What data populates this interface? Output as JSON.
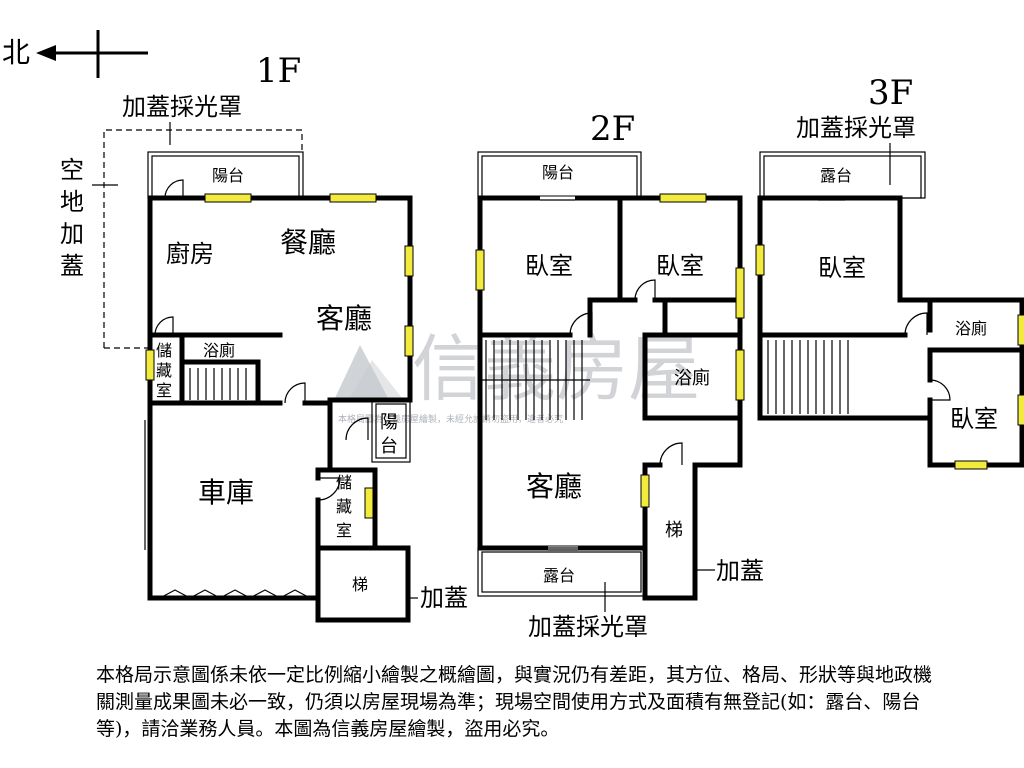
{
  "compass": {
    "label": "北"
  },
  "floors": {
    "f1": {
      "name": "1F",
      "labels": {
        "skylight": "加蓋採光罩",
        "open_space": [
          "空",
          "地",
          "加",
          "蓋"
        ],
        "balcony": "陽台",
        "kitchen": "廚房",
        "dining": "餐廳",
        "living": "客廳",
        "storage": [
          "儲",
          "藏",
          "室"
        ],
        "bath": "浴廁",
        "side_balcony": [
          "陽",
          "台"
        ],
        "garage": "車庫",
        "storage2": [
          "儲",
          "藏",
          "室"
        ],
        "stairs": "梯",
        "addition": "加蓋"
      }
    },
    "f2": {
      "name": "2F",
      "labels": {
        "balcony": "陽台",
        "bedroom1": "臥室",
        "bedroom2": "臥室",
        "bath": "浴廁",
        "living": "客廳",
        "stairs": "梯",
        "terrace": "露台",
        "addition": "加蓋",
        "skylight": "加蓋採光罩"
      }
    },
    "f3": {
      "name": "3F",
      "labels": {
        "skylight": "加蓋採光罩",
        "terrace": "露台",
        "bedroom1": "臥室",
        "bath": "浴廁",
        "bedroom2": "臥室"
      }
    }
  },
  "watermark": {
    "brand": "信義房屋",
    "notice": "本格局圖為信義房屋繪製，未經允許請勿盜用，違者必究"
  },
  "disclaimer": "本格局示意圖係未依一定比例縮小繪製之概繪圖，與實況仍有差距，其方位、格局、形狀等與地政機關測量成果圖未必一致，仍須以房屋現場為準；現場空間使用方式及面積有無登記(如：露台、陽台等)，請洽業務人員。本圖為信義房屋繪製，盜用必究。"
}
